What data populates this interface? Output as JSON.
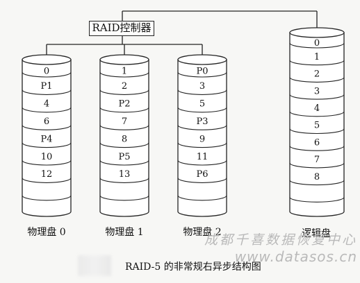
{
  "controller": {
    "label": "RAID控制器"
  },
  "disks": [
    {
      "label": "物理盘 0",
      "blocks": [
        "0",
        "P1",
        "4",
        "6",
        "P4",
        "10",
        "12"
      ]
    },
    {
      "label": "物理盘 1",
      "blocks": [
        "1",
        "2",
        "P2",
        "7",
        "8",
        "P5",
        "13"
      ]
    },
    {
      "label": "物理盘 2",
      "blocks": [
        "P0",
        "3",
        "5",
        "P3",
        "9",
        "11",
        "P6"
      ]
    },
    {
      "label": "逻辑盘",
      "blocks": [
        "0",
        "1",
        "2",
        "3",
        "4",
        "5",
        "6",
        "7",
        "8"
      ]
    }
  ],
  "caption": "RAID-5 的非常规右异步结构图",
  "watermark": {
    "text_cn": "成都千喜数据恢复中心",
    "url": "www.datasos.cn"
  }
}
